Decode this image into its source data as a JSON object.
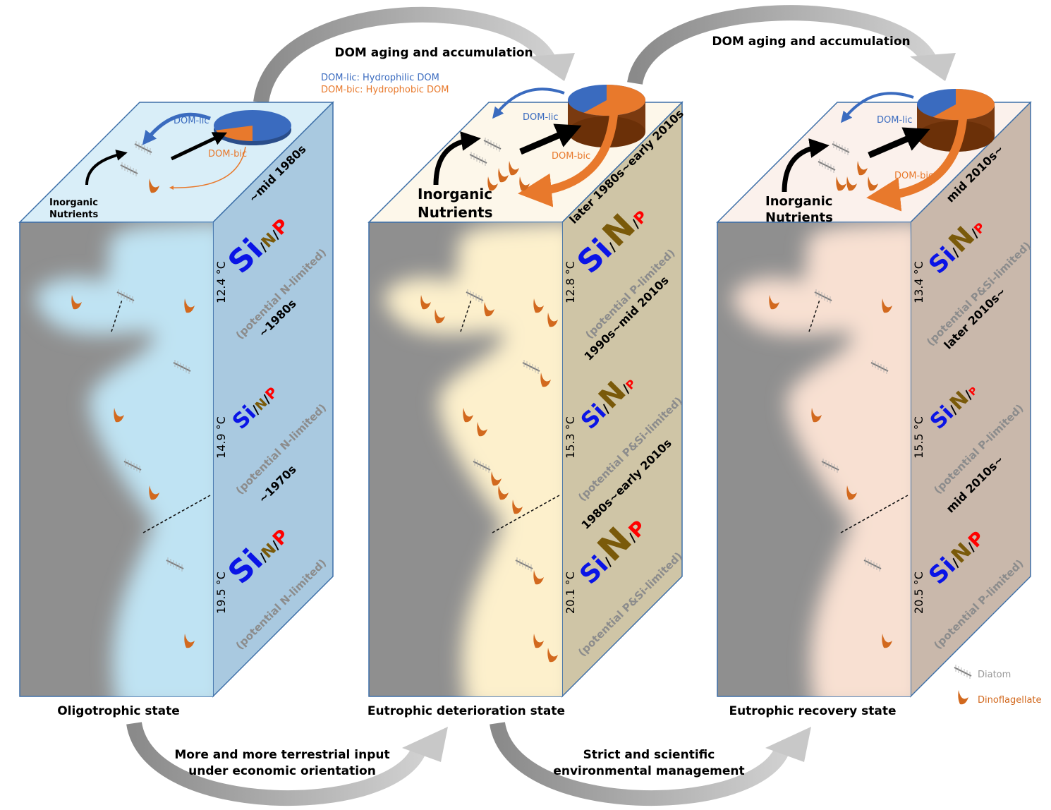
{
  "top_arrows": [
    {
      "label": "DOM aging and accumulation"
    },
    {
      "label": "DOM aging and accumulation"
    }
  ],
  "dom_legend": {
    "lic": "DOM-lic: Hydrophilic DOM",
    "bic": "DOM-bic: Hydrophobic DOM"
  },
  "bottom_arrows": [
    {
      "line1": "More and more terrestrial input",
      "line2": "under economic orientation"
    },
    {
      "line1": "Strict and scientific",
      "line2": "environmental management"
    }
  ],
  "blocks": [
    {
      "state": "Oligotrophic state",
      "dom_lic": "DOM-lic",
      "dom_bic": "DOM-bic",
      "dom_bic_fraction": 0.2,
      "nutrients": [
        "Inorganic",
        "Nutrients"
      ],
      "periods": [
        "~mid 1980s",
        "~1980s",
        "~1970s"
      ],
      "rows": [
        {
          "temp": "12.4 °C",
          "si": "Si",
          "n": "N",
          "p": "P",
          "limited": "(potential N-limited)"
        },
        {
          "temp": "14.9 °C",
          "si": "Si",
          "n": "N",
          "p": "P",
          "limited": "(potential N-limited)"
        },
        {
          "temp": "19.5 °C",
          "si": "Si",
          "n": "N",
          "p": "P",
          "limited": "(potential N-limited)"
        }
      ],
      "colors": {
        "top": "#d9eef8",
        "front": "#bfe3f3",
        "side": "#a9c9e0"
      }
    },
    {
      "state": "Eutrophic deterioration state",
      "dom_lic": "DOM-lic",
      "dom_bic": "DOM-bic",
      "dom_bic_fraction": 0.6,
      "nutrients": [
        "Inorganic",
        "Nutrients"
      ],
      "periods": [
        "later 1980s~early 2010s",
        "1990s~mid 2010s",
        "1980s~early 2010s"
      ],
      "rows": [
        {
          "temp": "12.8 °C",
          "si": "Si",
          "n": "N",
          "p": "P",
          "limited": "(potential P-limited)"
        },
        {
          "temp": "15.3 °C",
          "si": "Si",
          "n": "N",
          "p": "P",
          "limited": "(potential P&Si-limited)"
        },
        {
          "temp": "20.1 °C",
          "si": "Si",
          "n": "N",
          "p": "P",
          "limited": "(potential P&Si-limited)"
        }
      ],
      "colors": {
        "top": "#fdf7ea",
        "front": "#fdf0cc",
        "side": "#cfc5a6"
      }
    },
    {
      "state": "Eutrophic recovery state",
      "dom_lic": "DOM-lic",
      "dom_bic": "DOM-bic",
      "dom_bic_fraction": 0.6,
      "nutrients": [
        "Inorganic",
        "Nutrients"
      ],
      "periods": [
        "mid 2010s~",
        "later 2010s~",
        "mid 2010s~"
      ],
      "rows": [
        {
          "temp": "13.4 °C",
          "si": "Si",
          "n": "N",
          "p": "P",
          "limited": "(potential P&Si-limited)"
        },
        {
          "temp": "15.5 °C",
          "si": "Si",
          "n": "N",
          "p": "P",
          "limited": "(potential P-limited)"
        },
        {
          "temp": "20.5 °C",
          "si": "Si",
          "n": "N",
          "p": "P",
          "limited": "(potential P-limited)"
        }
      ],
      "colors": {
        "top": "#fbf1ec",
        "front": "#f8e0d2",
        "side": "#c9b8ab"
      }
    }
  ],
  "legend": {
    "diatom": "Diatom",
    "dinoflagellate": "Dinoflagellate"
  },
  "palette": {
    "si": "#0a14e6",
    "n": "#7a5a0a",
    "p": "#ff0000",
    "limited": "#8c8c8c",
    "dom_lic": "#3a6bbf",
    "dom_bic": "#e8792c",
    "land": "#8f8f8f",
    "arrow": "#a8a8a8"
  }
}
